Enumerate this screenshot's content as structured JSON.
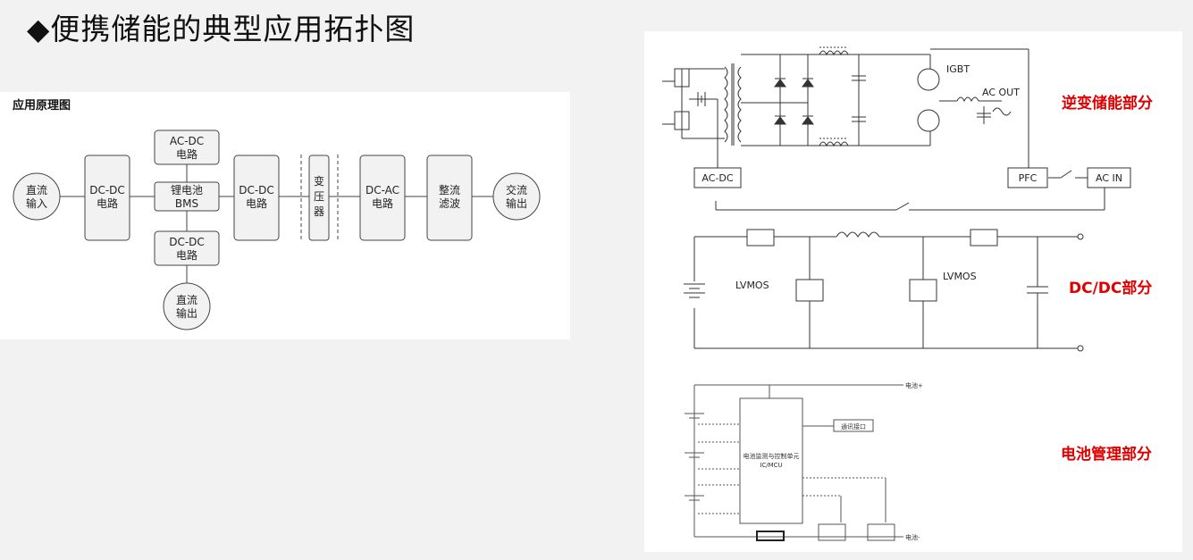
{
  "title": "◆便携储能的典型应用拓扑图",
  "left": {
    "caption": "应用原理图",
    "input_node": [
      "直流",
      "输入"
    ],
    "dcdc1": [
      "DC-DC",
      "电路"
    ],
    "acdc": [
      "AC-DC",
      "电路"
    ],
    "bms": [
      "锂电池",
      "BMS"
    ],
    "dcdc_bottom": [
      "DC-DC",
      "电路"
    ],
    "dc_out_node": [
      "直流",
      "输出"
    ],
    "dcdc2": [
      "DC-DC",
      "电路"
    ],
    "transformer": [
      "变",
      "压",
      "器"
    ],
    "dcac": [
      "DC-AC",
      "电路"
    ],
    "filter": [
      "整流",
      "滤波"
    ],
    "ac_out_node": [
      "交流",
      "输出"
    ]
  },
  "right": {
    "inverter": {
      "label": "逆变储能部分",
      "igbt": "IGBT",
      "ac_out": "AC OUT",
      "acdc_box": "AC-DC",
      "pfc_box": "PFC",
      "acin_box": "AC IN"
    },
    "dcdc": {
      "label": "DC/DC部分",
      "lvmos_left": "LVMOS",
      "lvmos_right": "LVMOS"
    },
    "bms": {
      "label": "电池管理部分",
      "comm": "通讯接口",
      "mcu_line1": "电池监测与控制单元",
      "mcu_line2": "IC/MCU",
      "bat_plus": "电池+",
      "bat_minus": "电池-"
    }
  }
}
